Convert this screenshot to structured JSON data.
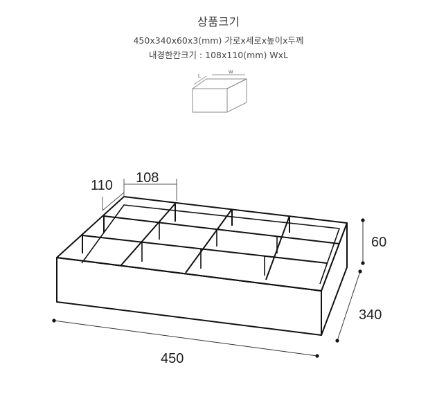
{
  "header": {
    "title": "상품크기",
    "spec_line": "450x340x60x3(mm) 가로x세로x높이x두께",
    "inner_line": "내경한칸크기 : 108x110(mm) WxL"
  },
  "icon": {
    "label_l": "L",
    "label_w": "W"
  },
  "dimensions": {
    "cell_depth": "110",
    "cell_width": "108",
    "height": "60",
    "depth": "340",
    "width": "450"
  }
}
